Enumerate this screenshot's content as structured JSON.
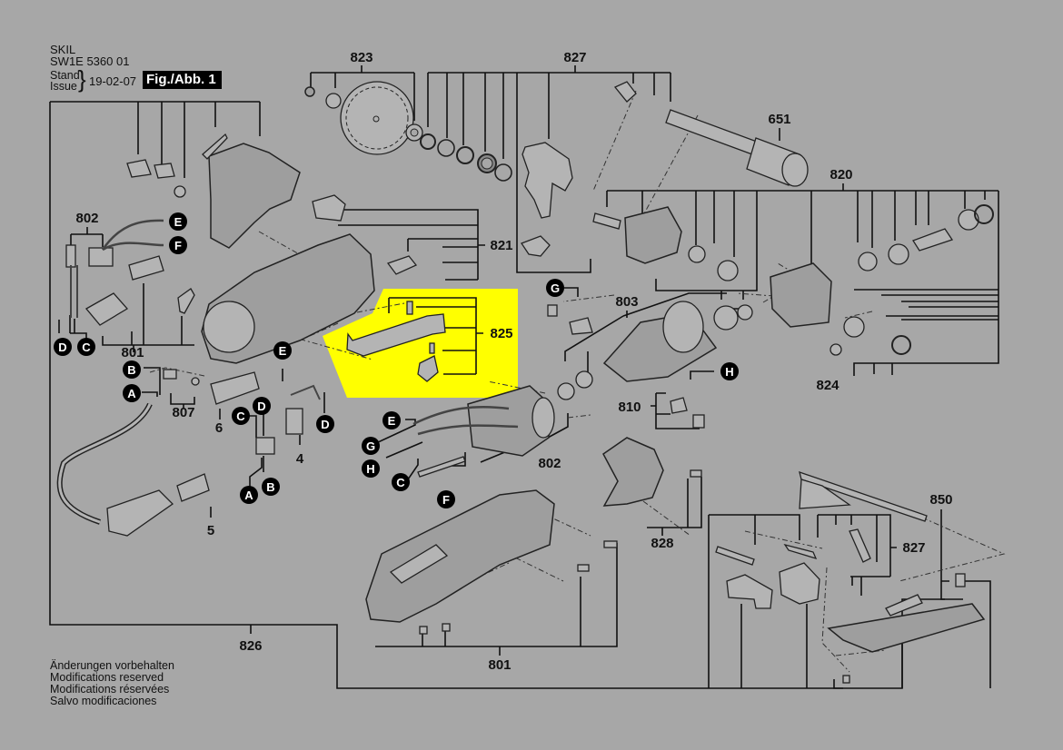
{
  "header": {
    "brand": "SKIL",
    "model_code": "SW1E 5360 01",
    "stand_label": "Stand",
    "issue_label": "Issue",
    "date": "19-02-07",
    "figure_label": "Fig./Abb. 1"
  },
  "footer_notes": [
    "Änderungen vorbehalten",
    "Modifications reserved",
    "Modifications réservées",
    "Salvo modificaciones"
  ],
  "highlight": {
    "part_number": "825",
    "color": "#ffff00"
  },
  "part_labels": {
    "p823": "823",
    "p827_top": "827",
    "p651": "651",
    "p820": "820",
    "p802_left": "802",
    "p821": "821",
    "p825": "825",
    "p803": "803",
    "p801_left": "801",
    "p807": "807",
    "p6": "6",
    "p4": "4",
    "p5": "5",
    "p824": "824",
    "p810": "810",
    "p802_mid": "802",
    "p828": "828",
    "p850": "850",
    "p827_bottom": "827",
    "p826": "826",
    "p801_bottom": "801"
  },
  "connectors": {
    "E1": "E",
    "F1": "F",
    "D1": "D",
    "C1": "C",
    "B1": "B",
    "A1": "A",
    "E2": "E",
    "D2": "D",
    "C2": "C",
    "D3": "D",
    "A2": "A",
    "B2": "B",
    "G1": "G",
    "H1": "H",
    "E3": "E",
    "G2": "G",
    "H2": "H",
    "C3": "C",
    "F2": "F"
  }
}
